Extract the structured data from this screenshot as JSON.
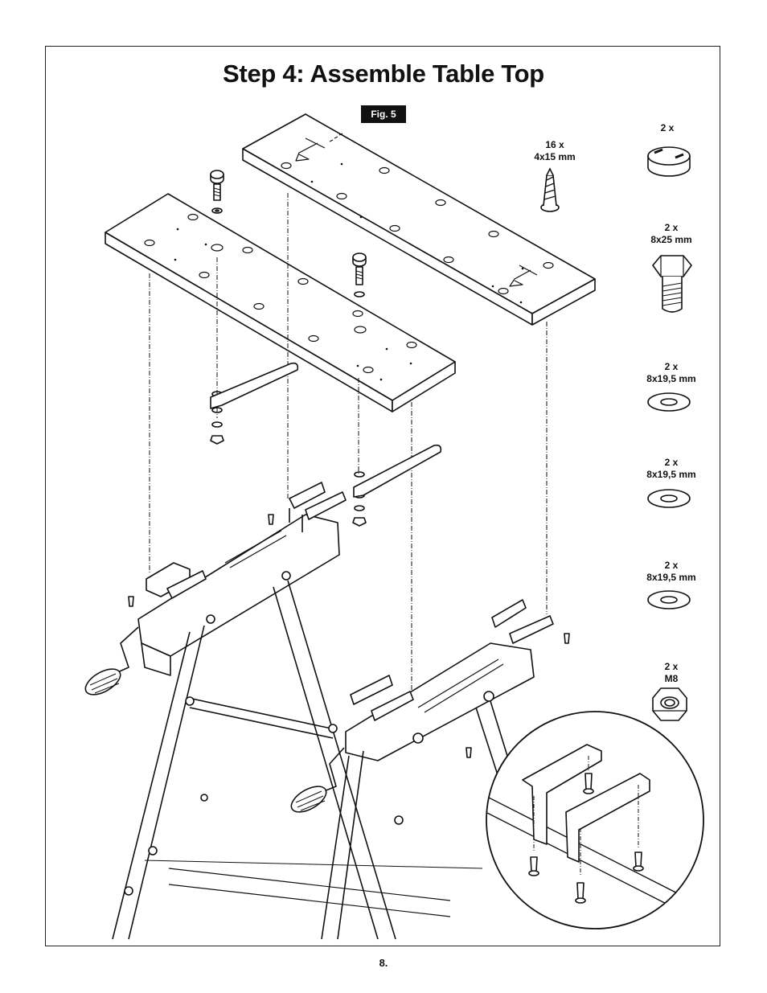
{
  "title": "Step 4: Assemble Table Top",
  "figure_label": "Fig. 5",
  "page_number": "8.",
  "parts": [
    {
      "id": "cap",
      "quantity": "2 x",
      "size": "",
      "icon": "plastic-cap-icon"
    },
    {
      "id": "bolt",
      "quantity": "2 x",
      "size": "8x25 mm",
      "icon": "hex-bolt-icon"
    },
    {
      "id": "washer-1",
      "quantity": "2 x",
      "size": "8x19,5 mm",
      "icon": "washer-icon"
    },
    {
      "id": "washer-2",
      "quantity": "2 x",
      "size": "8x19,5 mm",
      "icon": "washer-icon"
    },
    {
      "id": "washer-3",
      "quantity": "2 x",
      "size": "8x19,5 mm",
      "icon": "washer-icon"
    },
    {
      "id": "nut",
      "quantity": "2 x",
      "size": "M8",
      "icon": "lock-nut-icon"
    }
  ],
  "screws": {
    "quantity": "16 x",
    "size": "4x15 mm",
    "icon": "wood-screw-icon"
  }
}
